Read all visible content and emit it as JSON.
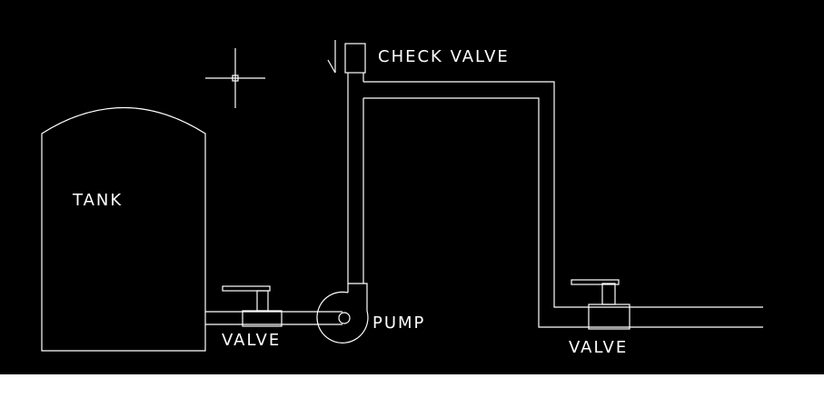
{
  "labels": {
    "tank": "TANK",
    "check_valve": "CHECK VALVE",
    "pump": "PUMP",
    "valve_left": "VALVE",
    "valve_right": "VALVE"
  },
  "colors": {
    "background": "#000000",
    "line": "#ffffff"
  },
  "icons": {
    "cursor": "crosshair-icon",
    "flow": "flow-arrow-icon"
  }
}
